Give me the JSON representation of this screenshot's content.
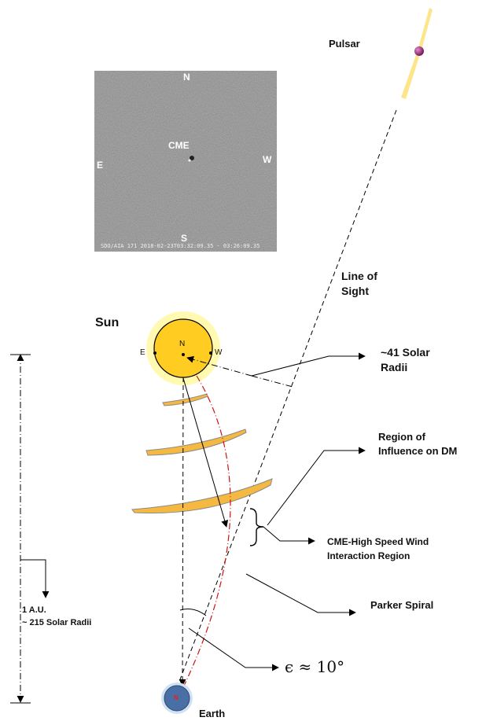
{
  "labels": {
    "pulsar": "Pulsar",
    "line_of_sight_1": "Line of",
    "line_of_sight_2": "Sight",
    "sun": "Sun",
    "solar_radii_1": "~41 Solar",
    "solar_radii_2": "Radii",
    "region_1": "Region of",
    "region_2": "Influence on DM",
    "cme_hsw_1": "CME-High Speed Wind",
    "cme_hsw_2": "Interaction Region",
    "parker_spiral": "Parker Spiral",
    "au_1": "1 A.U.",
    "au_2": "~ 215 Solar Radii",
    "epsilon": "ϵ ≈ 10°",
    "earth": "Earth"
  },
  "sun_disk": {
    "north": "N",
    "east": "E",
    "west": "W"
  },
  "earth_disk": {
    "north": "N"
  },
  "cme_image": {
    "north": "N",
    "south": "S",
    "east": "E",
    "west": "W",
    "cme": "CME",
    "caption": "SDO/AIA 171  2018-02-23T03:32:09.35 - 03:26:09.35"
  },
  "colors": {
    "sun_fill": "#ffcc22",
    "sun_halo": "#fffab0",
    "cme_arc": "#f5b942",
    "earth_fill": "#4a6fa5",
    "parker_spiral": "#d01010",
    "pulsar_beam": "#fde58a",
    "pulsar_body": "#8b1f6b"
  }
}
